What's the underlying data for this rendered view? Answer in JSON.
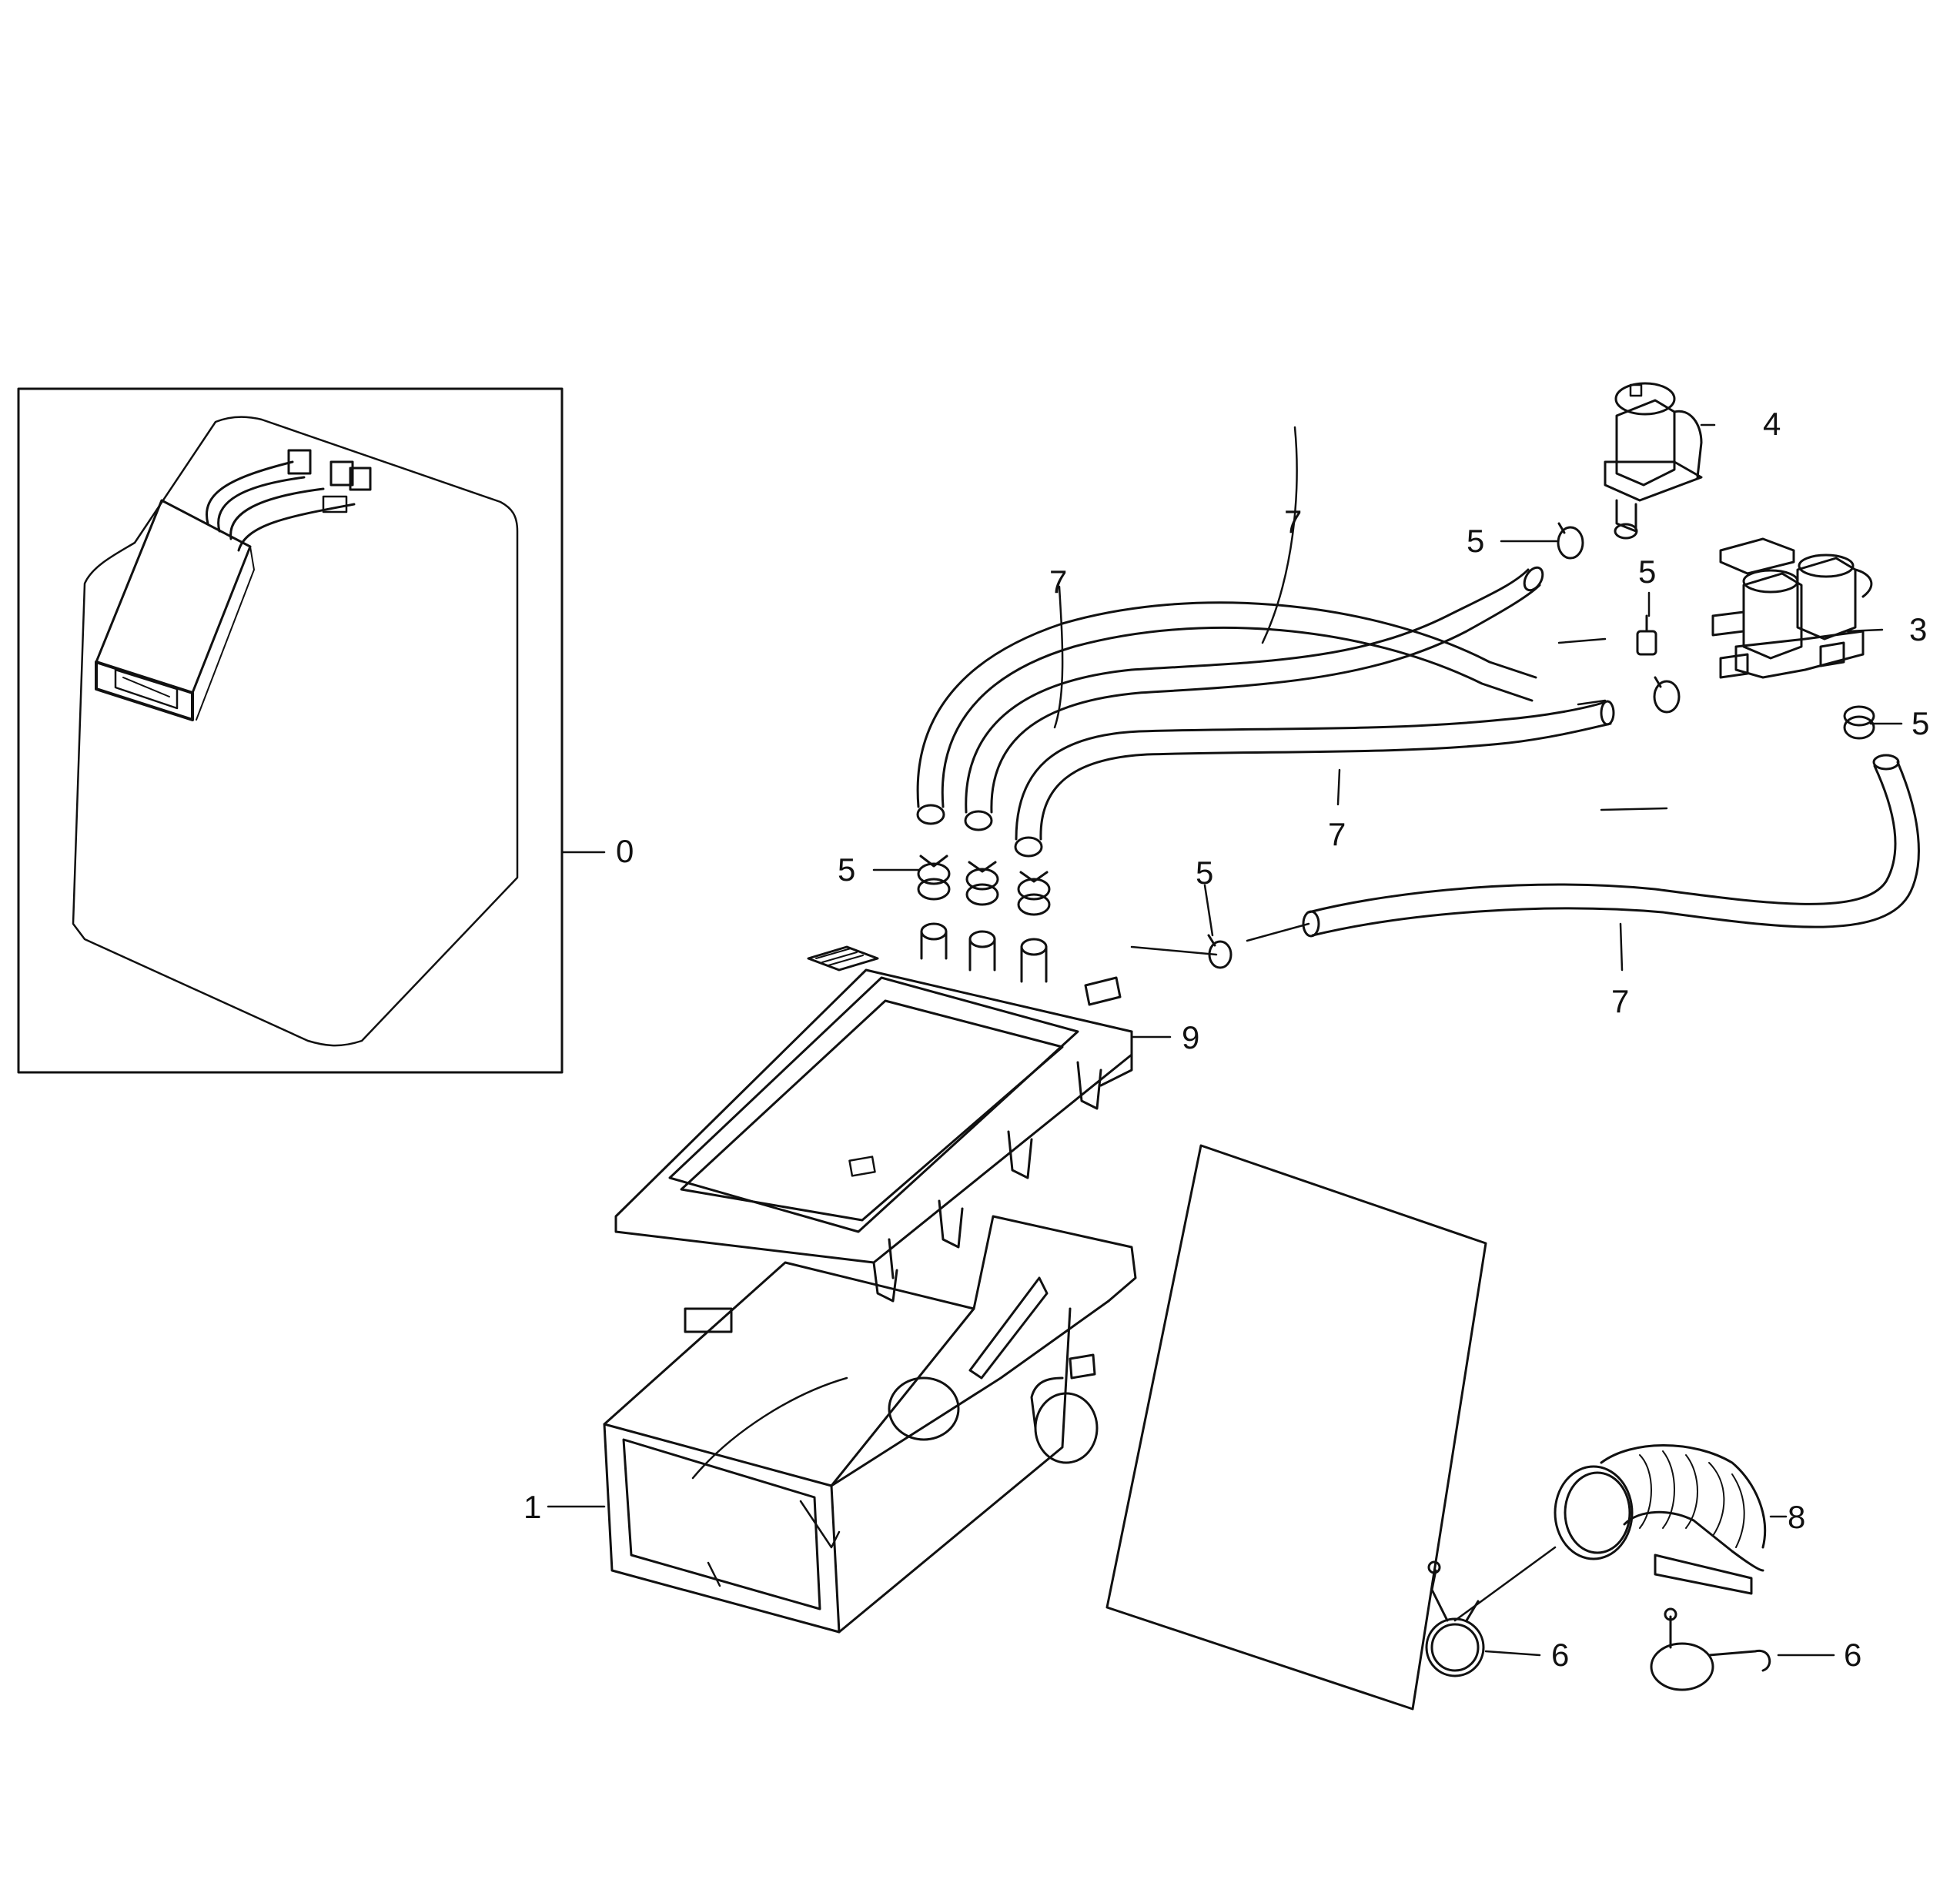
{
  "diagram": {
    "callouts": {
      "c0": "0",
      "c1": "1",
      "c3": "3",
      "c4": "4",
      "c5a": "5",
      "c5b": "5",
      "c5c": "5",
      "c5d": "5",
      "c5e": "5",
      "c6a": "6",
      "c6b": "6",
      "c7a": "7",
      "c7b": "7",
      "c7c": "7",
      "c7d": "7",
      "c8": "8",
      "c9": "9"
    }
  }
}
